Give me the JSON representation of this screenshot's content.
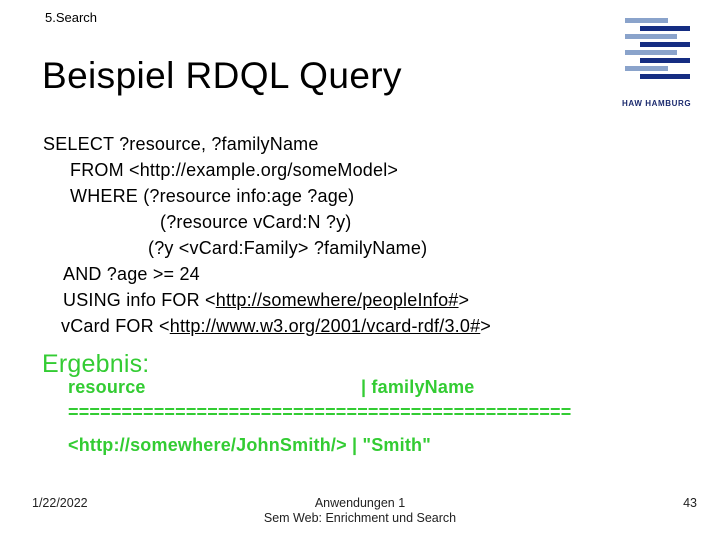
{
  "slide": {
    "section": "5.Search",
    "title": "Beispiel RDQL Query"
  },
  "logo": {
    "caption": "HAW HAMBURG",
    "light_color": "#8aa3cb",
    "dark_color": "#152d82"
  },
  "query": {
    "lines": [
      {
        "text": "SELECT ?resource, ?familyName"
      },
      {
        "text": "FROM <http://example.org/someModel>"
      },
      {
        "text": "WHERE (?resource info:age ?age)"
      },
      {
        "text": "(?resource vCard:N ?y)"
      },
      {
        "text": "(?y <vCard:Family> ?familyName)"
      },
      {
        "text": "AND ?age >= 24"
      },
      {
        "prefix": "USING info FOR <",
        "link": "http://somewhere/peopleInfo#",
        "suffix": ">"
      },
      {
        "prefix": "vCard FOR <",
        "link": "http://www.w3.org/2001/vcard-rdf/3.0#",
        "suffix": ">"
      }
    ]
  },
  "result": {
    "heading": "Ergebnis:",
    "header_left": "resource",
    "header_right": "| familyName",
    "separator": "===============================================",
    "row": "<http://somewhere/JohnSmith/> | \"Smith\"",
    "accent_color": "#33cc33"
  },
  "footer": {
    "date": "1/22/2022",
    "center_line1": "Anwendungen 1",
    "center_line2": "Sem Web: Enrichment und Search",
    "page": "43"
  }
}
